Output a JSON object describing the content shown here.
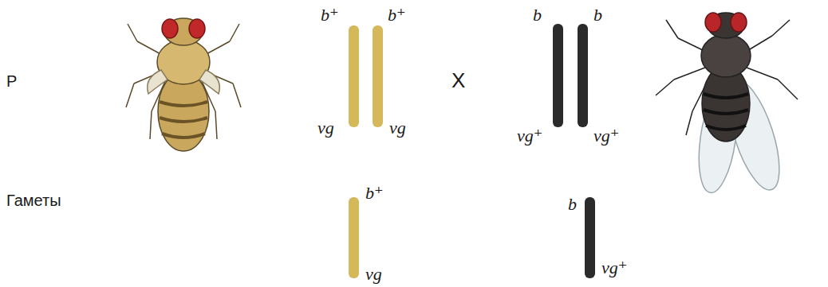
{
  "diagram": {
    "labels": [
      "P",
      "b⁺",
      "b⁺",
      "vg",
      "vg",
      "X",
      "b",
      "b",
      "vg⁺",
      "vg⁺",
      "Гаметы",
      "b⁺",
      "vg",
      "b",
      "vg⁺"
    ]
  }
}
